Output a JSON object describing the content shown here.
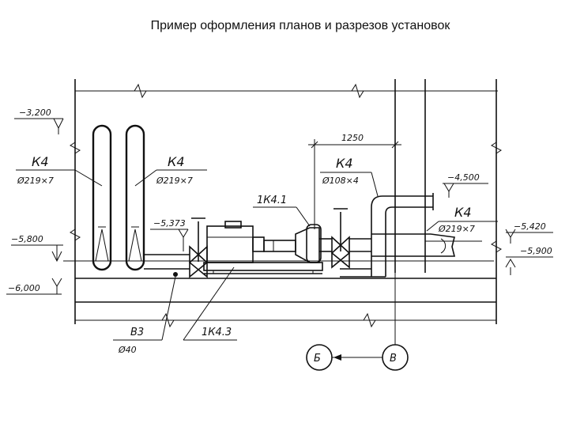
{
  "title": "Пример оформления планов и разрезов установок",
  "labels": {
    "k4_left": "К4",
    "d219_left": "Ø219×7",
    "k4_mid": "К4",
    "d219_mid": "Ø219×7",
    "k4_top": "К4",
    "d108": "Ø108×4",
    "k4_right": "К4",
    "d219_right": "Ø219×7",
    "pump_1k41": "1К4.1",
    "pump_1k43": "1К4.3",
    "v3": "В3",
    "d40": "Ø40",
    "dim_1250": "1250"
  },
  "elevations": {
    "e_3200": "−3,200",
    "e_5800": "−5,800",
    "e_6000": "−6,000",
    "e_5373": "−5,373",
    "e_4500": "−4,500",
    "e_5420": "−5,420",
    "e_5900": "−5,900"
  },
  "axes": {
    "b": "Б",
    "v": "В"
  },
  "colors": {
    "ink": "#111111",
    "paper": "#ffffff"
  }
}
